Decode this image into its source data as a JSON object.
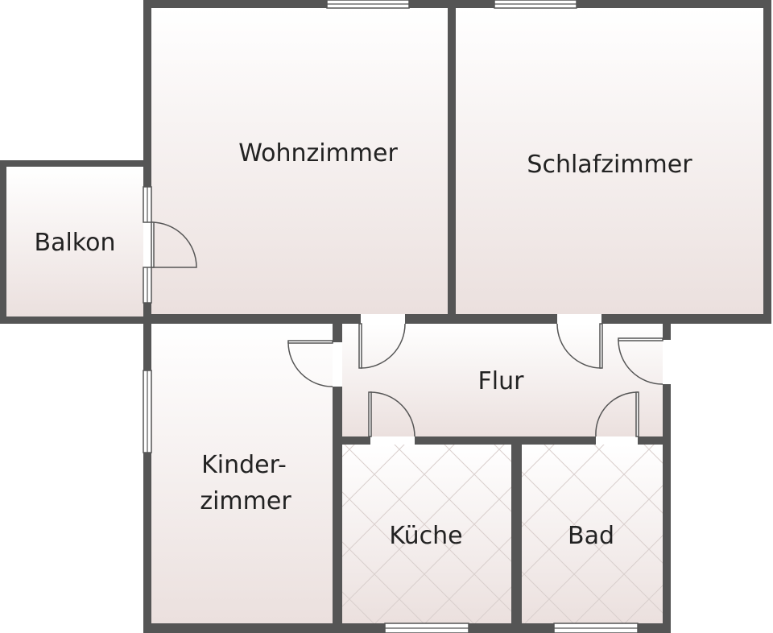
{
  "plan": {
    "rooms": [
      {
        "id": "wohnzimmer",
        "label": "Wohnzimmer"
      },
      {
        "id": "schlafzimmer",
        "label": "Schlafzimmer"
      },
      {
        "id": "balkon",
        "label": "Balkon"
      },
      {
        "id": "flur",
        "label": "Flur"
      },
      {
        "id": "kinderzimmer",
        "label_line1": "Kinder-",
        "label_line2": "zimmer"
      },
      {
        "id": "kueche",
        "label": "Küche"
      },
      {
        "id": "bad",
        "label": "Bad"
      }
    ],
    "colors": {
      "wall": "#555555",
      "floor_top": "#ffffff",
      "floor_bottom": "#ece1df",
      "tile_line": "#d9cfcd"
    }
  }
}
